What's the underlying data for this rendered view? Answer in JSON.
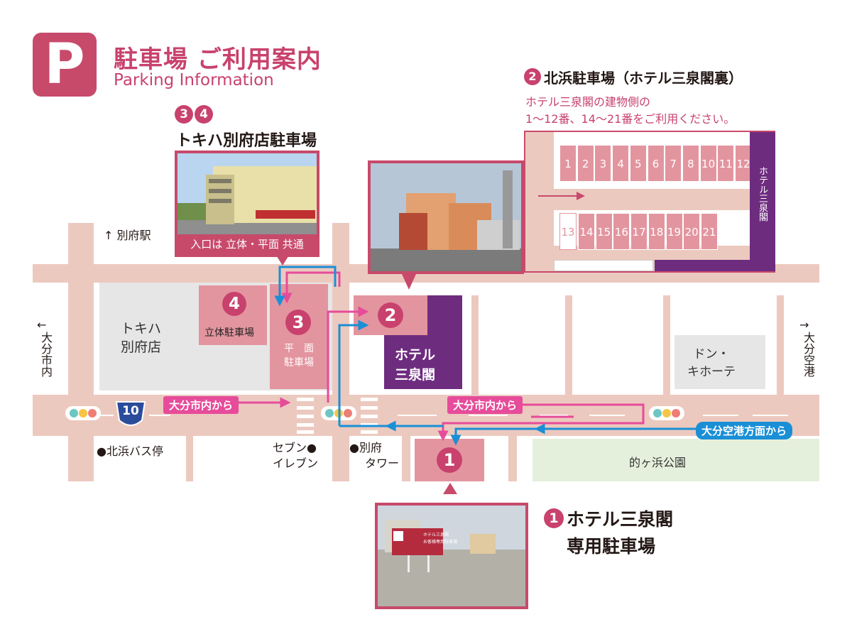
{
  "header": {
    "logo_letter": "P",
    "title_jp": "駐車場 ご利用案内",
    "title_en": "Parking Information"
  },
  "lot34": {
    "badge_a": "3",
    "badge_b": "4",
    "title": "トキハ別府店駐車場",
    "photo_caption": "入口は 立体・平面 共通"
  },
  "lot2": {
    "badge": "2",
    "title": "北浜駐車場（ホテル三泉閣裏）",
    "note_line1": "ホテル三泉閣の建物側の",
    "note_line2": "1～12番、14～21番をご利用ください。",
    "slots_top": [
      "1",
      "2",
      "3",
      "4",
      "5",
      "6",
      "7",
      "8",
      "10",
      "11",
      "12"
    ],
    "slot_13": "13",
    "slots_bottom": [
      "14",
      "15",
      "16",
      "17",
      "18",
      "19",
      "20",
      "21"
    ],
    "building_label": "ホテル三泉閣"
  },
  "lot1": {
    "badge": "1",
    "title_line1": "ホテル三泉閣",
    "title_line2": "専用駐車場",
    "sign_line1": "ホテル三泉閣",
    "sign_line2": "お客様専用駐車場"
  },
  "map": {
    "beppu_station": "↑ 別府駅",
    "to_oita_arrow": "←",
    "to_oita": "大分市内",
    "to_airport_arrow": "→",
    "to_airport": "大分空港",
    "tokiwa_line1": "トキハ",
    "tokiwa_line2": "別府店",
    "lot4_num": "4",
    "lot4_label": "立体駐車場",
    "lot3_num": "3",
    "lot3_line1": "平　面",
    "lot3_line2": "駐車場",
    "lot2_num": "2",
    "hotel_line1": "ホテル",
    "hotel_line2": "三泉閣",
    "donki_line1": "ドン・",
    "donki_line2": "キホーテ",
    "route_number": "10",
    "from_oita_1": "大分市内から",
    "from_oita_2": "大分市内から",
    "from_airport": "大分空港方面から",
    "bus_stop": "●北浜バス停",
    "seven_line1": "セブン●",
    "seven_line2": "イレブン",
    "tower_line1": "●別府",
    "tower_line2": "タワー",
    "lot1_num": "1",
    "park": "的ヶ浜公園"
  },
  "colors": {
    "accent_pink": "#c8426d",
    "road": "#ecc9bf",
    "hotel_purple": "#6e2c7f",
    "lot_salmon": "#e3959f",
    "route_pink": "#e64c9a",
    "route_blue": "#1a8fd6",
    "park_green": "#e5f0dc"
  }
}
